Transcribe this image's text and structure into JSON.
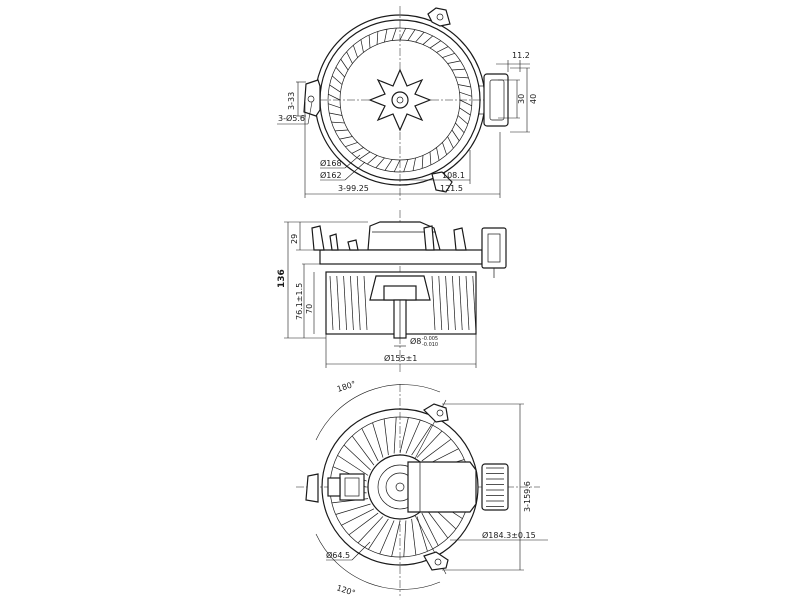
{
  "top_view": {
    "dim_11_2": "11.2",
    "dim_30": "30",
    "dim_40": "40",
    "dim_3_33": "3-33",
    "dim_3_d5_6": "3-Ø5.6",
    "dim_d168": "Ø168",
    "dim_d162": "Ø162",
    "dim_108_1": "108.1",
    "dim_3_99_25": "3-99.25",
    "dim_121_5": "121.5"
  },
  "side_view": {
    "dim_136": "136",
    "dim_29": "29",
    "dim_76_1": "76.1±1.5",
    "dim_70": "70",
    "dim_shaft": "Ø8",
    "dim_shaft_tol_upper": "-0.005",
    "dim_shaft_tol_lower": "-0.010",
    "dim_d155": "Ø155±1"
  },
  "bottom_view": {
    "dim_180deg": "180°",
    "dim_120deg": "120°",
    "dim_3_159_6": "3-159.6",
    "dim_d184_3": "Ø184.3±0.15",
    "dim_d64_5": "Ø64.5"
  }
}
